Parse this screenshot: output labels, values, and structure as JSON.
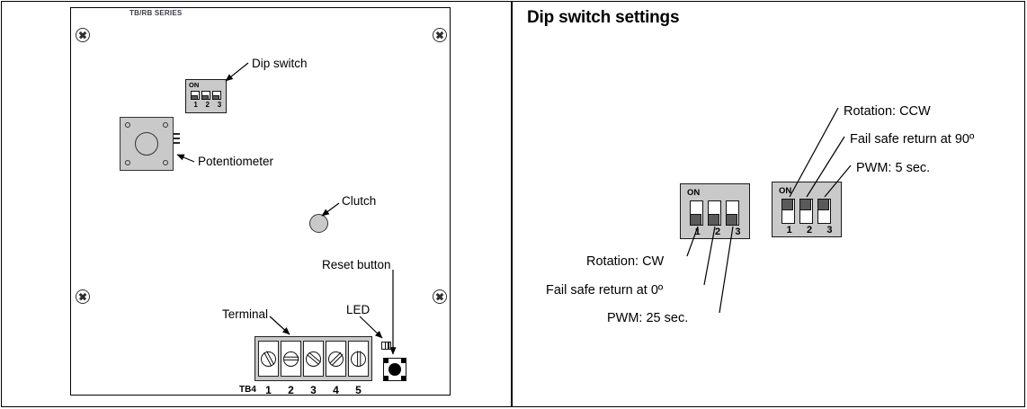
{
  "left_panel": {
    "series_label": "TB/RB SERIES",
    "callouts": {
      "dip_switch": "Dip switch",
      "potentiometer": "Potentiometer",
      "clutch": "Clutch",
      "reset_button": "Reset button",
      "led": "LED",
      "terminal": "Terminal"
    },
    "board_dip_switch": {
      "on_label": "ON",
      "numbers": [
        "1",
        "2",
        "3"
      ],
      "positions": [
        "off",
        "off",
        "off"
      ]
    },
    "terminal_block": {
      "designator": "TB4",
      "numbers": [
        "1",
        "2",
        "3",
        "4",
        "5"
      ]
    }
  },
  "right_panel": {
    "title": "Dip switch settings",
    "switch_off": {
      "on_label": "ON",
      "numbers": [
        "1",
        "2",
        "3"
      ],
      "positions": [
        "off",
        "off",
        "off"
      ],
      "callouts": [
        "Rotation: CW",
        "Fail safe return at 0º",
        "PWM: 25 sec."
      ]
    },
    "switch_on": {
      "on_label": "ON",
      "numbers": [
        "1",
        "2",
        "3"
      ],
      "positions": [
        "on",
        "on",
        "on"
      ],
      "callouts": [
        "Rotation: CCW",
        "Fail safe return at 90º",
        "PWM: 5 sec."
      ]
    }
  },
  "colors": {
    "body_gray": "#c9c9c9",
    "slider_gray": "#5a5a5a",
    "line_black": "#000000",
    "background": "#ffffff"
  }
}
